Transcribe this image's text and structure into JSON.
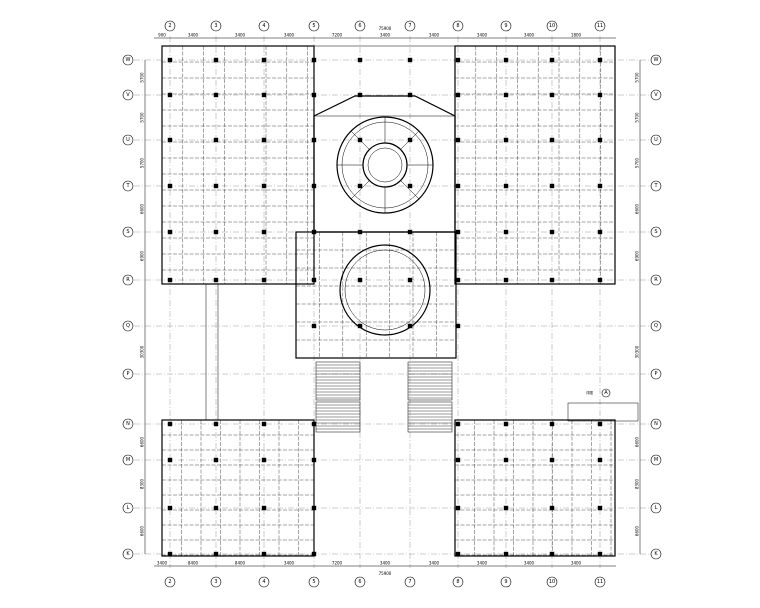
{
  "drawing": {
    "description_none": "",
    "top_axes": [
      "2",
      "3",
      "4",
      "5",
      "6",
      "7",
      "8",
      "9",
      "10",
      "11"
    ],
    "bottom_axes": [
      "2",
      "3",
      "4",
      "5",
      "6",
      "7",
      "8",
      "9",
      "10",
      "11"
    ],
    "left_axes": [
      "W",
      "V",
      "U",
      "T",
      "S",
      "R",
      "Q",
      "P",
      "N",
      "M",
      "L",
      "K"
    ],
    "right_axes": [
      "W",
      "V",
      "U",
      "T",
      "S",
      "R",
      "Q",
      "P",
      "N",
      "M",
      "L",
      "K"
    ],
    "top_dims": [
      "900",
      "3400",
      "3400",
      "3400",
      "7200",
      "3400",
      "3400",
      "3400",
      "3400",
      "1800"
    ],
    "top_total": "75900",
    "bottom_dims": [
      "3400",
      "8400",
      "8400",
      "3400",
      "7200",
      "3400",
      "3400",
      "3400",
      "3400",
      "3400"
    ],
    "bottom_total": "75900",
    "left_dims": [
      "5700",
      "5700",
      "5700",
      "6600",
      "6900",
      "30300",
      "6600",
      "8300",
      "6600"
    ],
    "right_dims": [
      "5700",
      "5700",
      "5700",
      "6600",
      "6900",
      "30300",
      "6600",
      "8300",
      "6600"
    ],
    "callout_label": "A",
    "callout_text": "详图"
  }
}
